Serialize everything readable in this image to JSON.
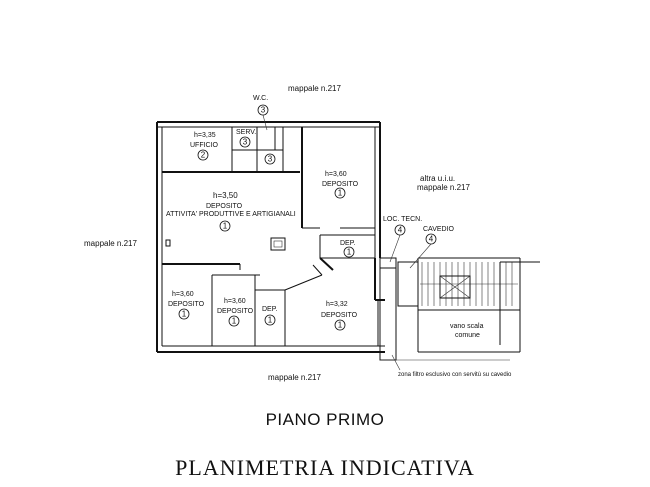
{
  "neighbors": {
    "top": "mappale n.217",
    "left": "mappale n.217",
    "bottom": "mappale n.217",
    "right_line1": "altra u.i.u.",
    "right_line2": "mappale n.217"
  },
  "rooms": {
    "wc": {
      "name": "W.C.",
      "num": "3"
    },
    "ufficio": {
      "height": "h=3,35",
      "name": "UFFICIO",
      "num": "2"
    },
    "serv": {
      "name": "SERV.",
      "num": "3"
    },
    "small3": {
      "num": "3"
    },
    "dep_top_right": {
      "height": "h=3,60",
      "name": "DEPOSITO",
      "num": "1"
    },
    "main": {
      "height": "h=3,50",
      "name": "DEPOSITO",
      "desc": "ATTIVITA' PRODUTTIVE E ARTIGIANALI",
      "num": "1"
    },
    "dep_mid": {
      "name": "DEP.",
      "num": "1"
    },
    "dep_bl": {
      "height": "h=3,60",
      "name": "DEPOSITO",
      "num": "1"
    },
    "dep_bl2": {
      "height": "h=3,60",
      "name": "DEPOSITO",
      "num": "1"
    },
    "dep_small": {
      "name": "DEP.",
      "num": "1"
    },
    "dep_br": {
      "height": "h=3,32",
      "name": "DEPOSITO",
      "num": "1"
    },
    "loc_tecn": {
      "name": "LOC. TECN.",
      "num": "4"
    },
    "cavedio": {
      "name": "CAVEDIO",
      "num": "4"
    },
    "stair": {
      "line1": "vano scala",
      "line2": "comune"
    }
  },
  "note": "zona filtro esclusivo con servitù su cavedio",
  "floor_title": "PIANO PRIMO",
  "plan_title": "PLANIMETRIA INDICATIVA"
}
